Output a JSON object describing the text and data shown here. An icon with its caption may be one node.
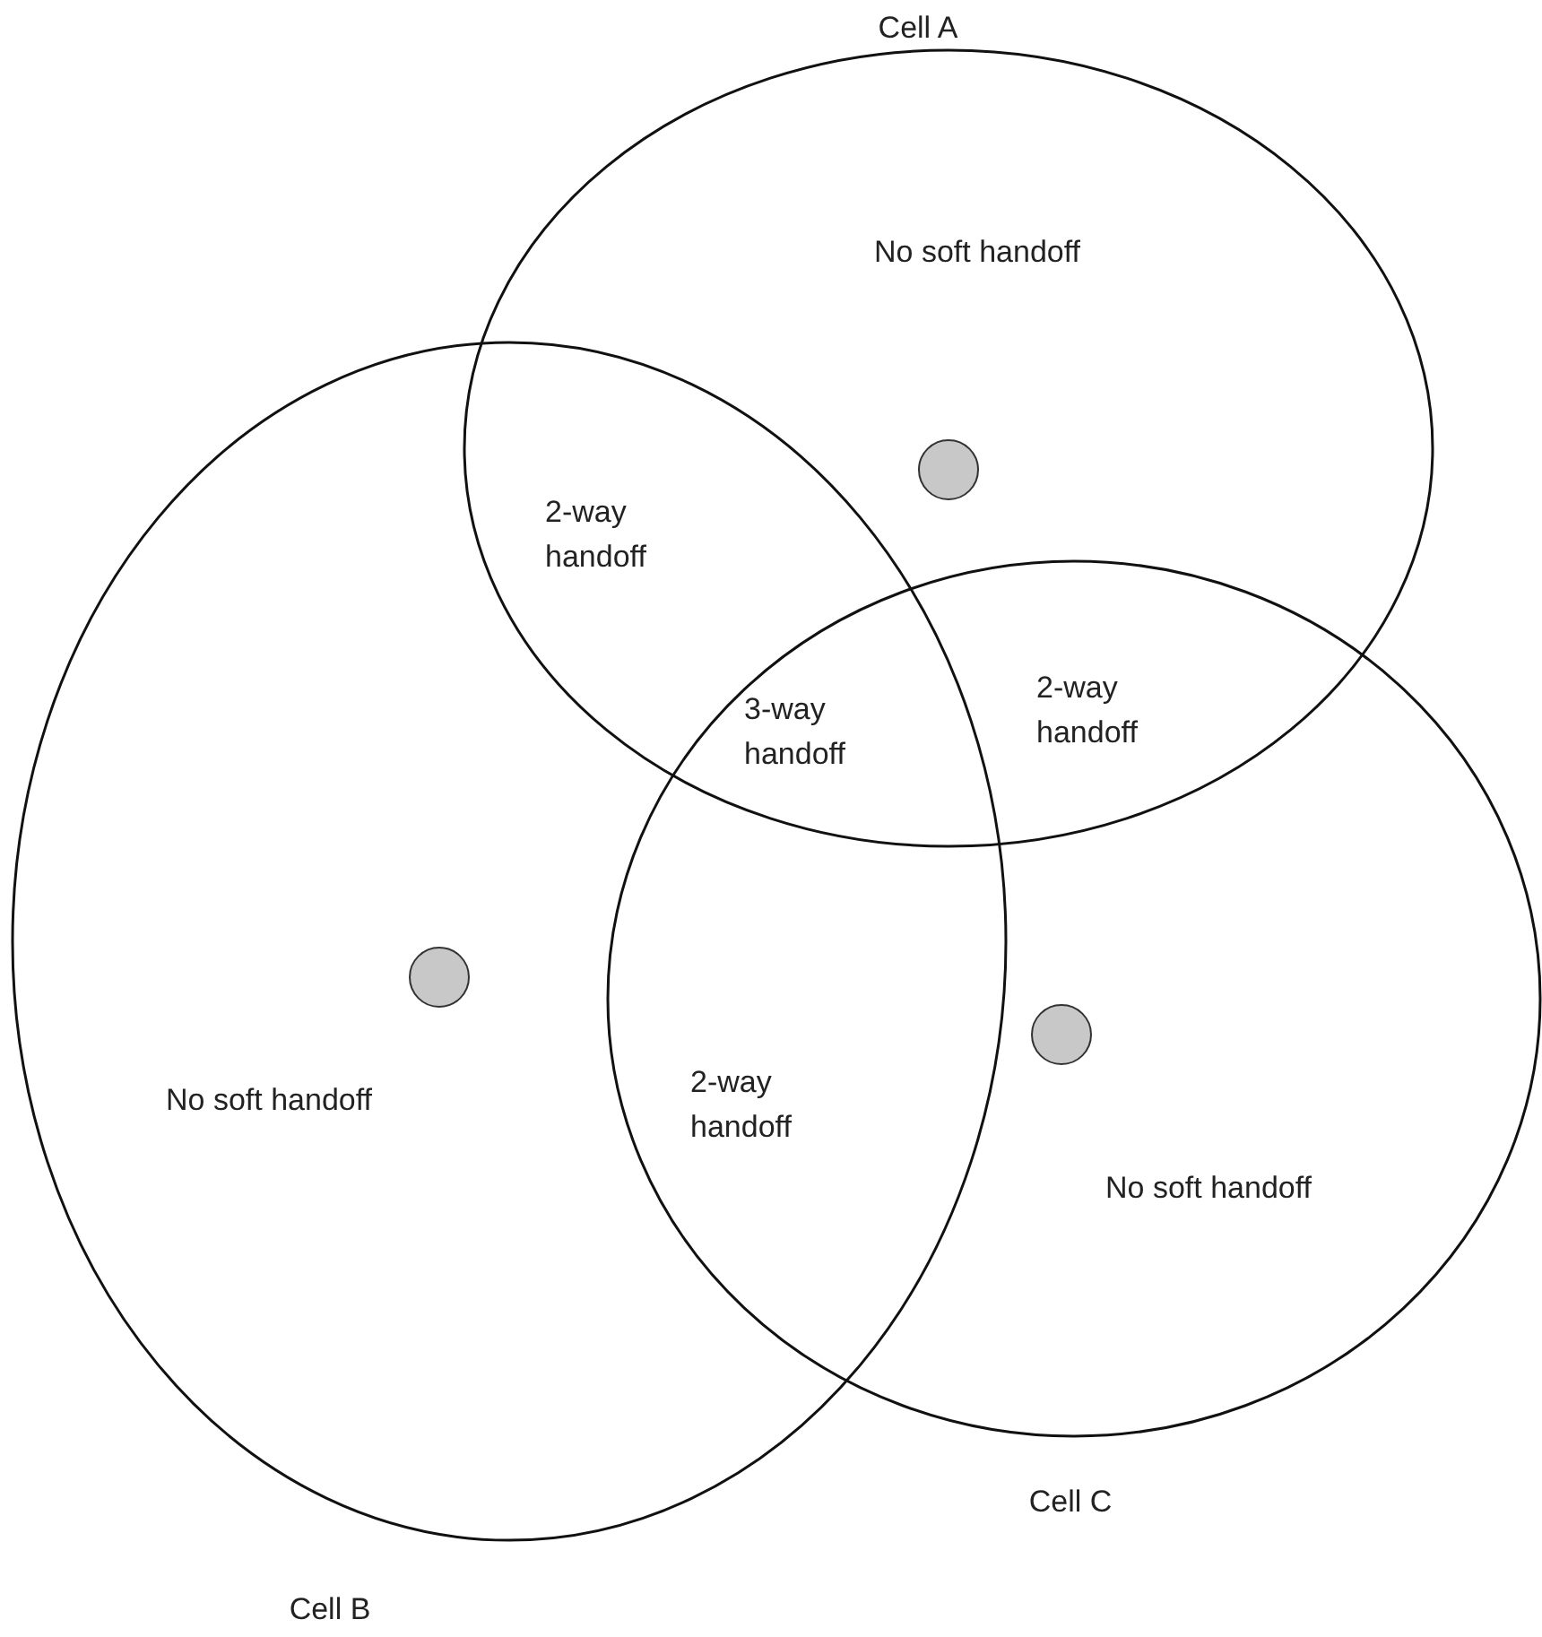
{
  "diagram": {
    "nodes": [
      {
        "text": [
          "Cell A",
          "No soft handoff"
        ]
      },
      {
        "text": [],
        "shape": "circle",
        "in": 0
      },
      {
        "text": [
          "No soft handoff",
          "Cell B"
        ]
      },
      {
        "text": [],
        "shape": "circle",
        "in": 2
      },
      {
        "text": [
          "No soft handoff",
          "Cell C"
        ]
      },
      {
        "text": [],
        "shape": "circle",
        "in": 4
      }
    ],
    "labels": [
      "2-way handoff",
      "2-way handoff",
      "3-way handoff",
      "2-way handoff"
    ]
  }
}
